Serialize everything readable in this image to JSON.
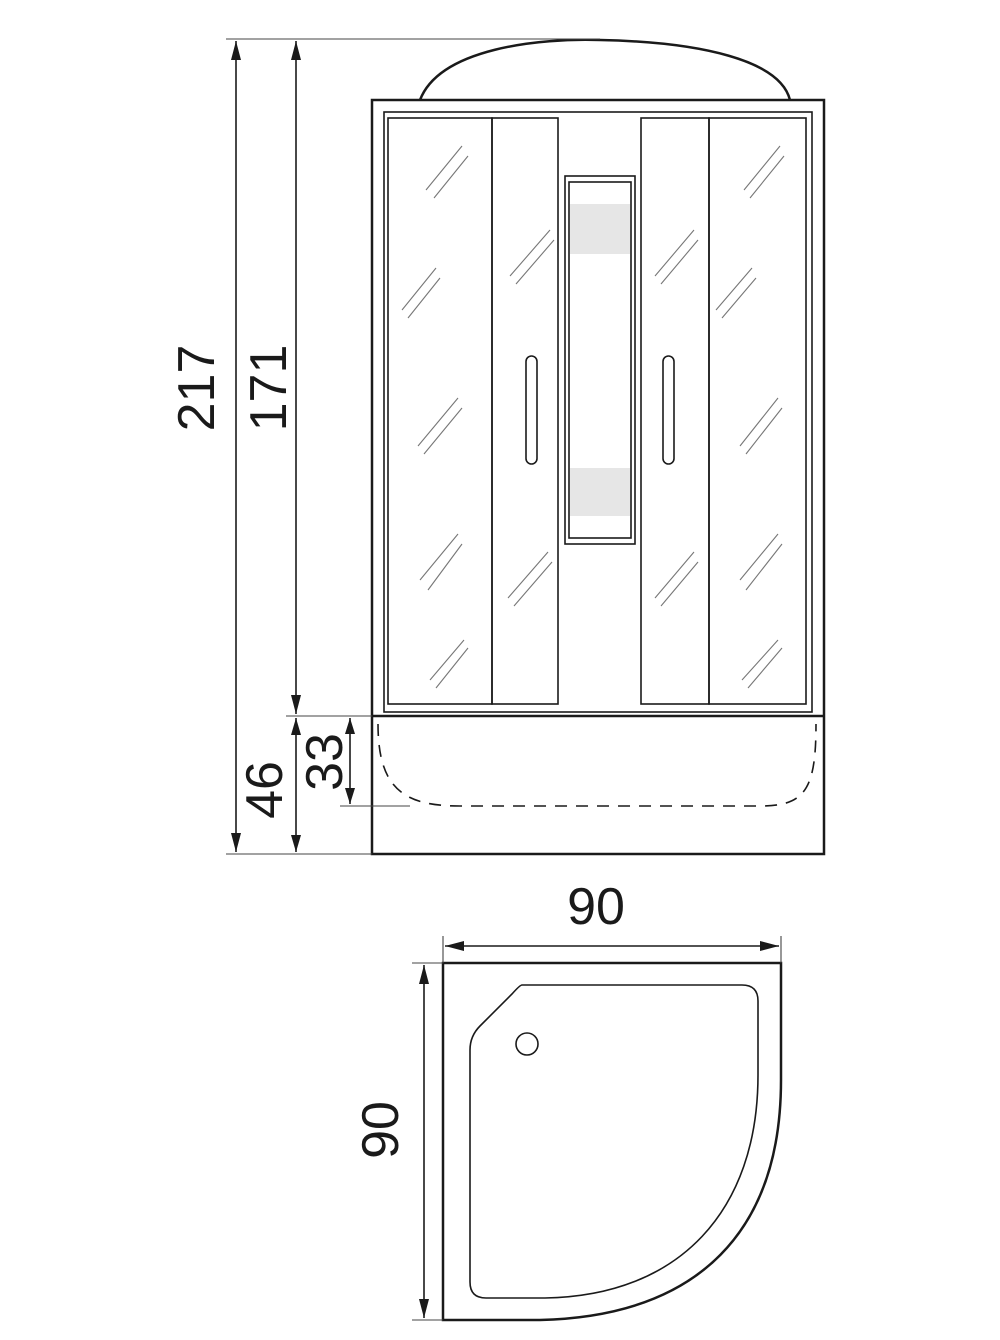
{
  "dimensions": {
    "total_height": "217",
    "cabin_height": "171",
    "tray_height": "46",
    "tray_depth": "33",
    "width": "90",
    "depth": "90"
  },
  "colors": {
    "line": "#1a1a1a",
    "glass_hatch": "#777777",
    "panel_band": "#e6e6e6"
  }
}
